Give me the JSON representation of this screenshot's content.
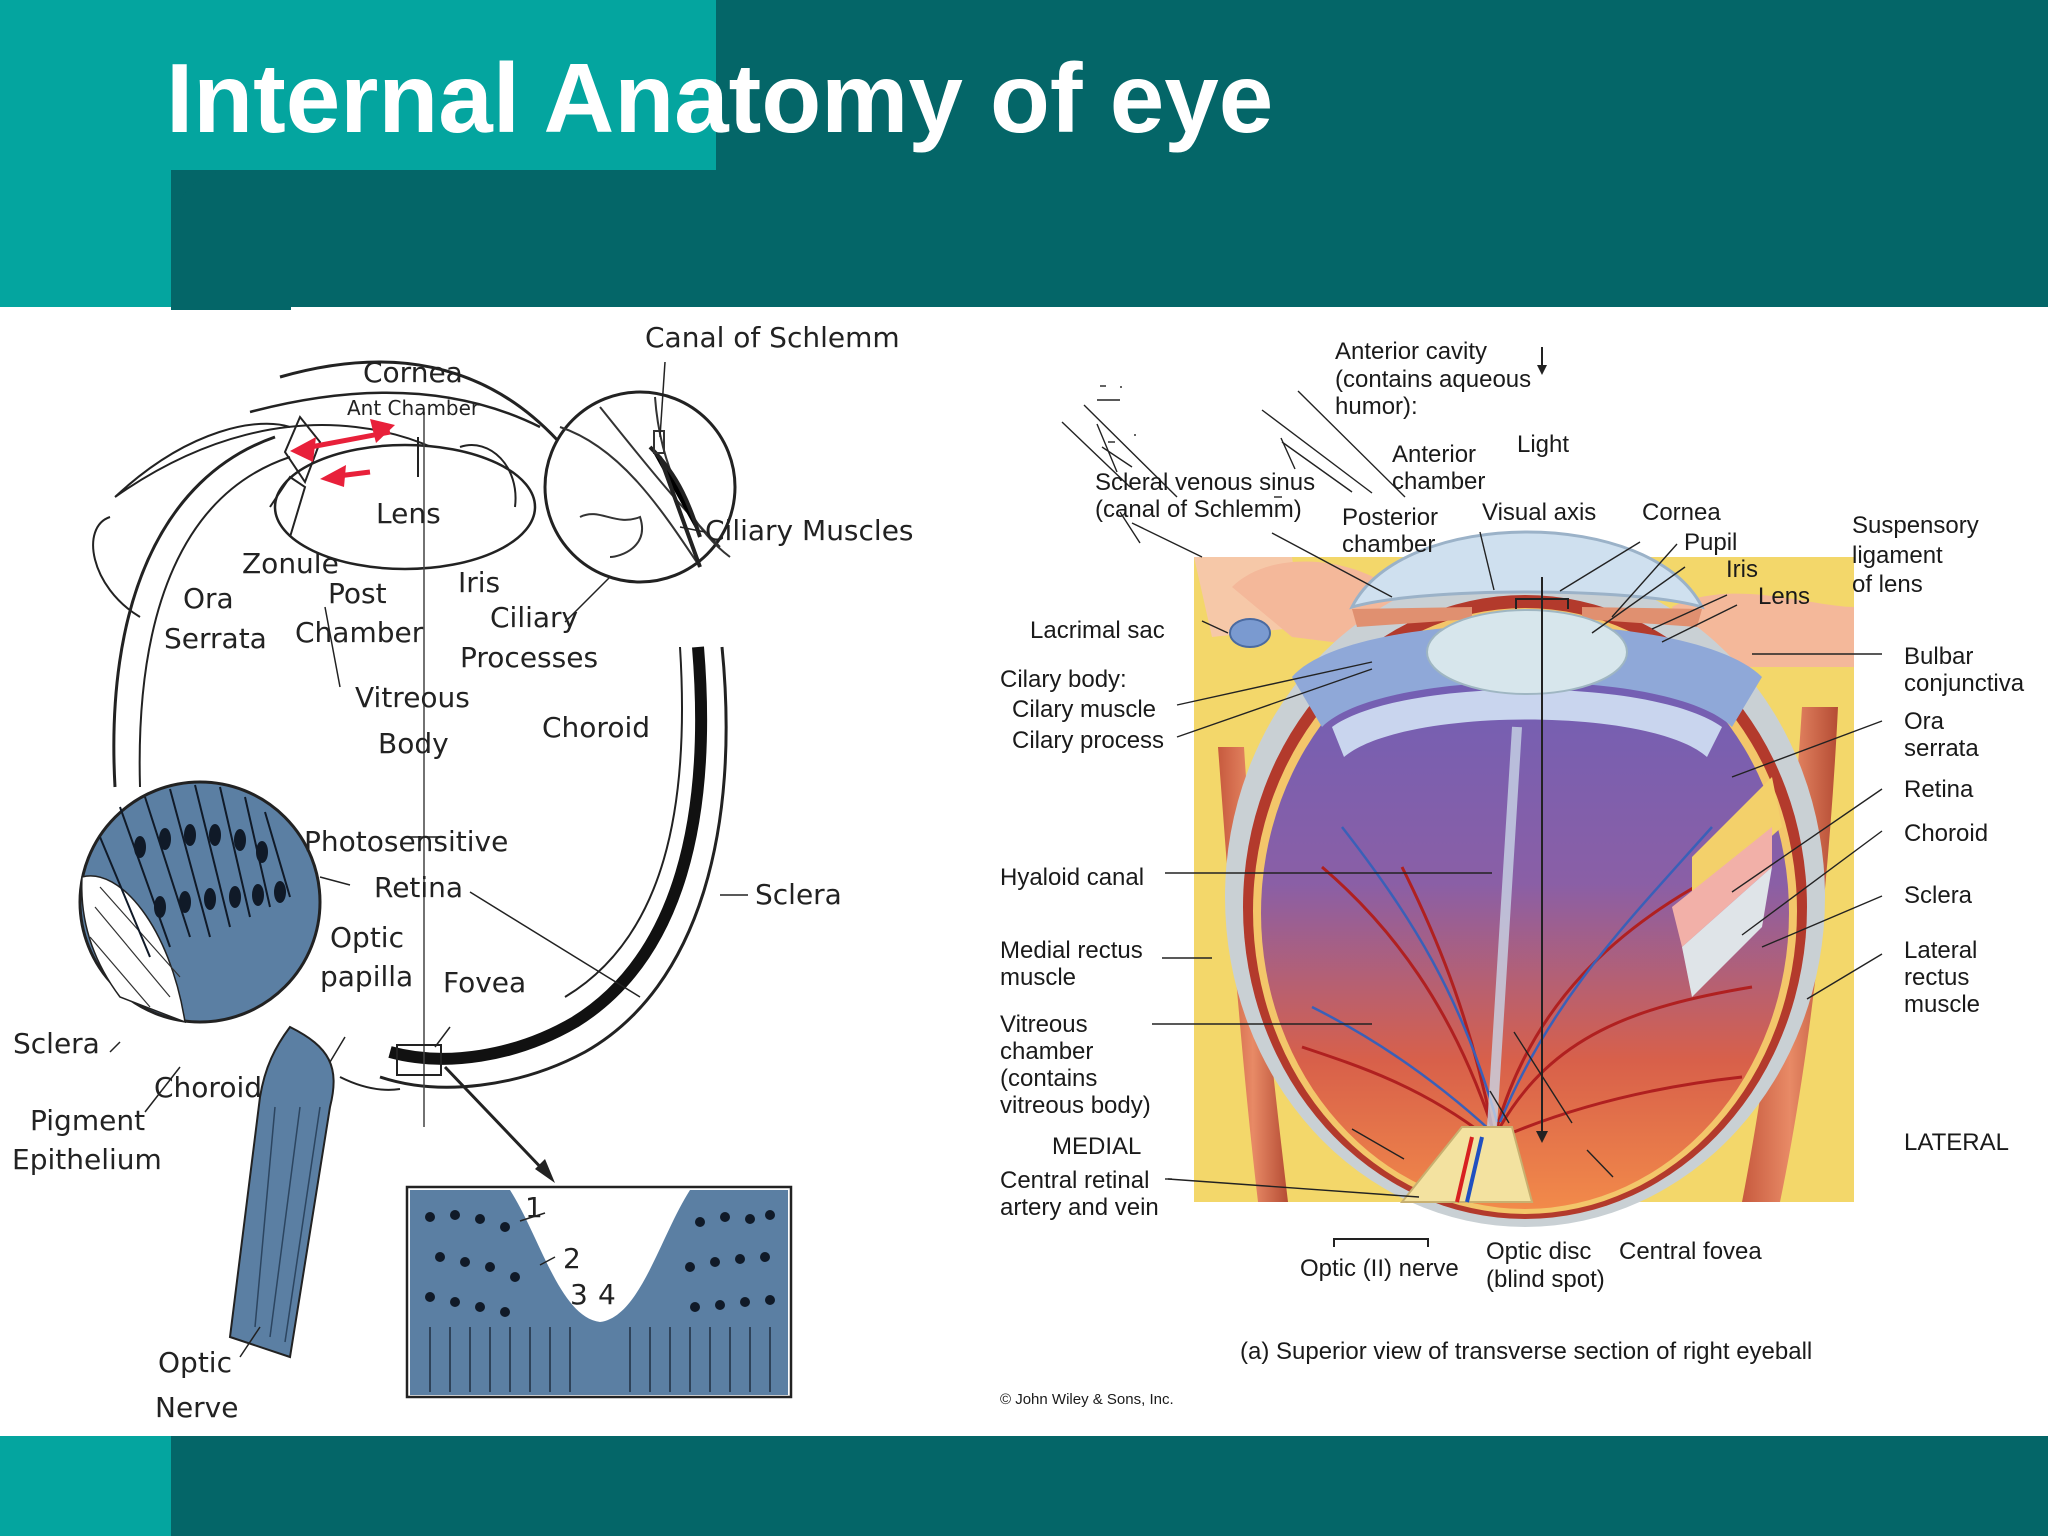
{
  "title": "Internal Anatomy of eye",
  "colors": {
    "header_dark": "#046668",
    "header_light": "#04a59f",
    "eye_blue": "#5b7fa3",
    "arrow_red": "#e8203a"
  },
  "left_diagram": {
    "labels": {
      "canal_of_schlemm": "Canal of Schlemm",
      "cornea": "Cornea",
      "ant_chamber": "Ant Chamber",
      "lens": "Lens",
      "ciliary_muscles": "Ciliary Muscles",
      "zonule": "Zonule",
      "ora": "Ora",
      "serrata": "Serrata",
      "post": "Post",
      "chamber": "Chamber",
      "iris": "Iris",
      "ciliary": "Ciliary",
      "processes": "Processes",
      "vitreous": "Vitreous",
      "body": "Body",
      "choroid": "Choroid",
      "photosensitive": "Photosensitive",
      "retina": "Retina",
      "sclera_right": "Sclera",
      "optic": "Optic",
      "papilla": "papilla",
      "fovea": "Fovea",
      "sclera_left": "Sclera",
      "choroid_lower": "Choroid",
      "pigment": "Pigment",
      "epithelium": "Epithelium",
      "optic_nerve_1": "Optic",
      "optic_nerve_2": "Nerve",
      "n1": "1",
      "n2": "2",
      "n3": "3",
      "n4": "4"
    }
  },
  "right_diagram": {
    "labels": {
      "anterior_cavity_1": "Anterior cavity",
      "anterior_cavity_2": "(contains aqueous",
      "anterior_cavity_3": "humor):",
      "light": "Light",
      "anterior_chamber_1": "Anterior",
      "anterior_chamber_2": "chamber",
      "scleral_venous_1": "Scleral venous sinus",
      "scleral_venous_2": "(canal of Schlemm)",
      "posterior_chamber_1": "Posterior",
      "posterior_chamber_2": "chamber",
      "visual_axis": "Visual axis",
      "cornea": "Cornea",
      "pupil": "Pupil",
      "iris": "Iris",
      "lens": "Lens",
      "suspensory_1": "Suspensory",
      "suspensory_2": "ligament",
      "suspensory_3": "of lens",
      "lacrimal_sac": "Lacrimal sac",
      "bulbar_1": "Bulbar",
      "bulbar_2": "conjunctiva",
      "ciliary_body": "Cilary body:",
      "ciliary_muscle": "Cilary muscle",
      "ciliary_process": "Cilary process",
      "ora_1": "Ora",
      "ora_2": "serrata",
      "retina": "Retina",
      "choroid": "Choroid",
      "hyaloid": "Hyaloid canal",
      "sclera": "Sclera",
      "medial_rectus_1": "Medial rectus",
      "medial_rectus_2": "muscle",
      "lateral_rectus_1": "Lateral",
      "lateral_rectus_2": "rectus",
      "lateral_rectus_3": "muscle",
      "vitreous_1": "Vitreous",
      "vitreous_2": "chamber",
      "vitreous_3": "(contains",
      "vitreous_4": "vitreous body)",
      "medial": "MEDIAL",
      "lateral": "LATERAL",
      "central_retinal_1": "Central retinal",
      "central_retinal_2": "artery and vein",
      "optic_nerve": "Optic (II) nerve",
      "optic_disc_1": "Optic disc",
      "optic_disc_2": "(blind spot)",
      "central_fovea": "Central fovea",
      "caption": "(a) Superior view of transverse section of right eyeball",
      "copyright": "© John Wiley & Sons, Inc."
    }
  }
}
